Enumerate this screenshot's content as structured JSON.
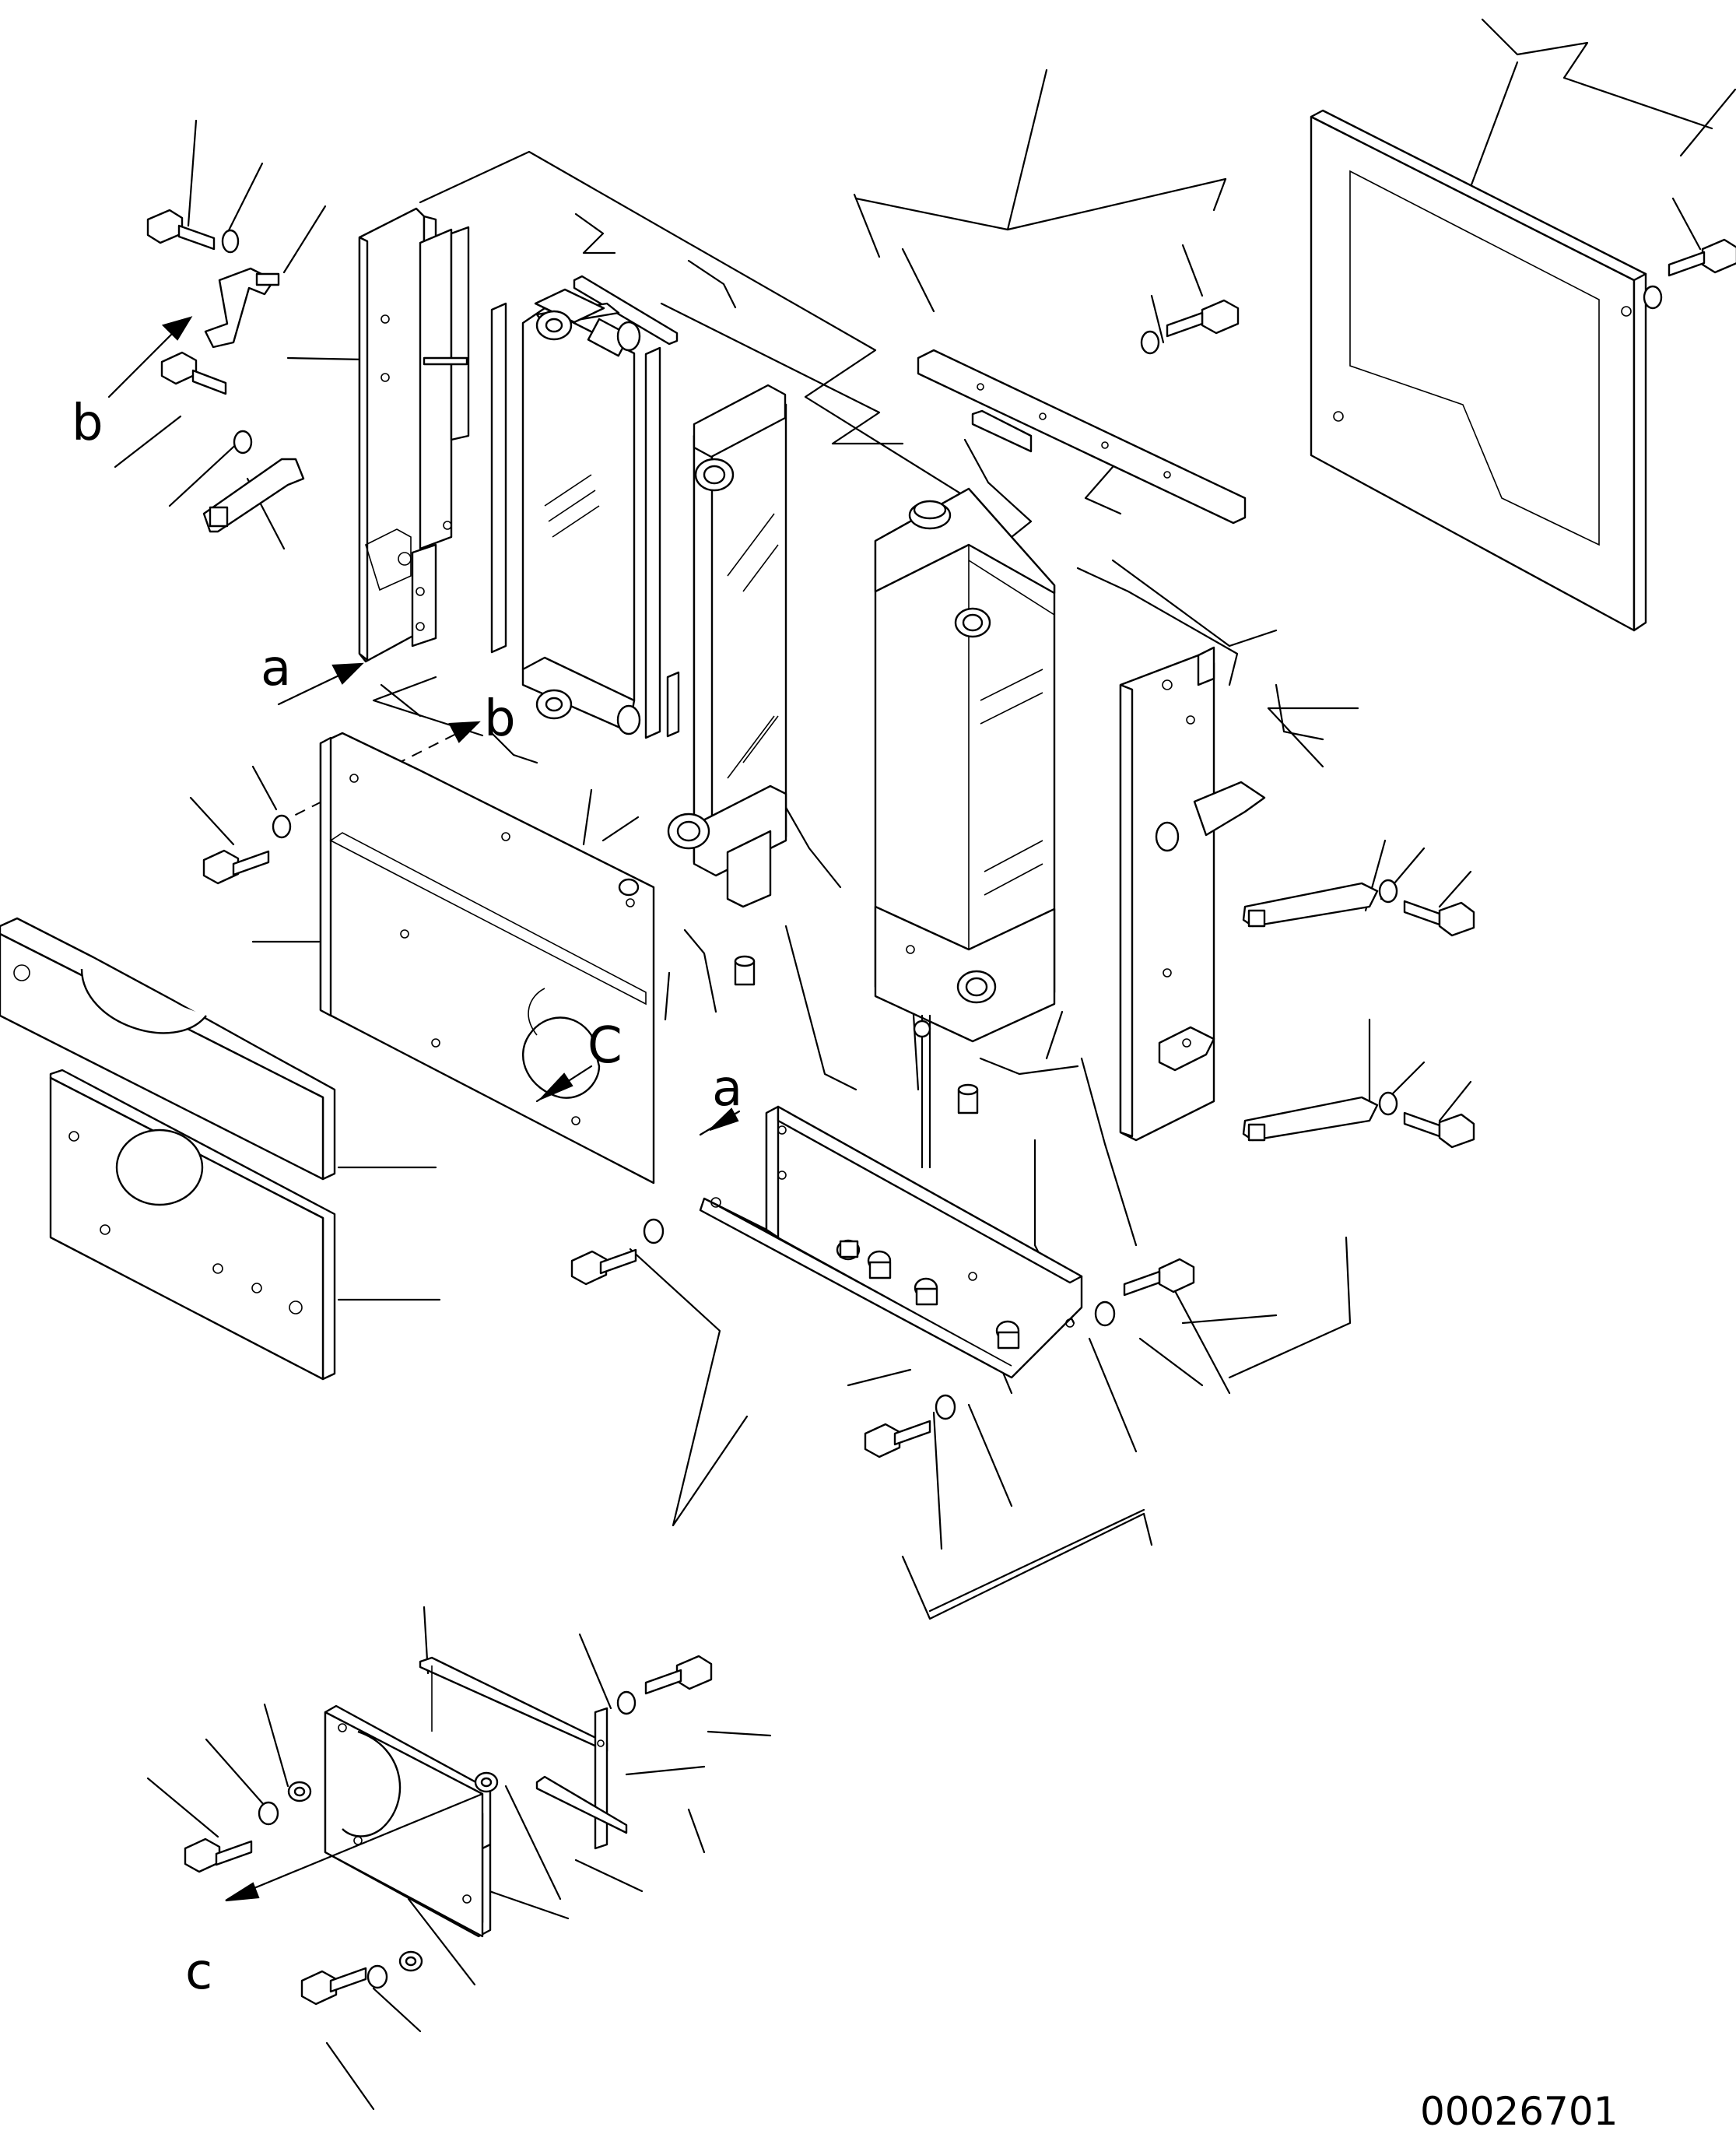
{
  "labels": {
    "a_top": "a",
    "a_bottom": "a",
    "b_top": "b",
    "b_mid": "b",
    "c_mid": "C",
    "c_bottom": "c"
  },
  "drawing_number": "00026701"
}
